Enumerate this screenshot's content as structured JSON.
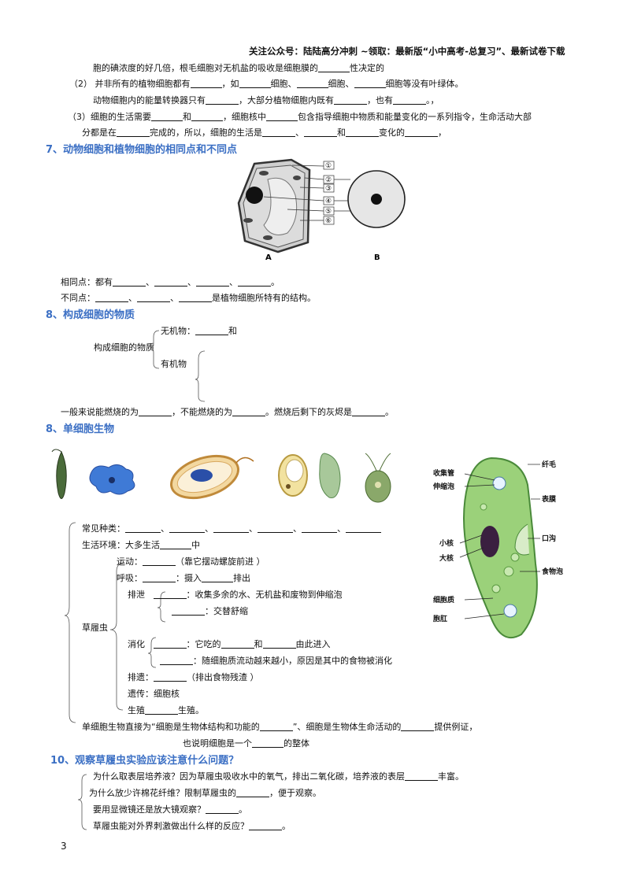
{
  "header": "关注公众号：陆陆高分冲刺 ~领取：最新版“小中高考-总复习”、最新试卷下载",
  "top": {
    "l1a": "胞的碘浓度的好几倍，根毛细胞对无机盐的吸收是细胞膜的",
    "l1b": "性决定的",
    "l2a": "（2） 并非所有的植物细胞都有",
    "l2b": "，如",
    "l2c": "细胞、",
    "l2d": "细胞、",
    "l2e": "细胞等没有叶绿体。",
    "l3a": "动物细胞内的能量转换器只有",
    "l3b": "，大部分植物细胞内既有",
    "l3c": "，也有",
    "l3d": "。，",
    "l4a": "（3）细胞的生活需要",
    "l4b": "和",
    "l4c": "，细胞核中",
    "l4d": "包含指导细胞中物质和能量变化的一系列指令，生命活动大部",
    "l5a": "分都是在",
    "l5b": "完成的，所以，细胞的生活是",
    "l5c": "、",
    "l5d": "和",
    "l5e": "变化的",
    "l5f": "，"
  },
  "s7": {
    "title": "7、动物细胞和植物细胞的相同点和不同点",
    "labels": [
      "①",
      "②",
      "③",
      "④",
      "⑤",
      "⑥"
    ],
    "capA": "A",
    "capB": "B",
    "same": "相同点：都有",
    "diff": "不同点：",
    "diff_end": "是植物细胞所特有的结构。",
    "sep": "、",
    "dot": "。"
  },
  "s8a": {
    "title": "8、构成细胞的物质",
    "root": "构成细胞的物质",
    "inorg": "无机物：",
    "and": "和",
    "org": "有机物",
    "burn_a": "一般来说能燃烧的为",
    "burn_b": "，不能燃烧的为",
    "burn_c": "。燃烧后剩下的灰烬是",
    "burn_d": "。"
  },
  "s8b": {
    "title": "8、单细胞生物",
    "types": "常见种类：",
    "env_a": "生活环境：大多生活",
    "env_b": "中",
    "move_a": "运动：",
    "move_b": "（靠它摆动螺旋前进 ）",
    "breath_a": "呼吸：",
    "breath_b": "：摄入",
    "breath_c": "排出",
    "excrete": "排泄",
    "ex1": "：收集多余的水、无机盐和废物到伸缩泡",
    "ex2": "：交替舒缩",
    "para": "草履虫",
    "digest": "消化",
    "dg1a": "：它吃的",
    "dg1b": "和",
    "dg1c": "由此进入",
    "dg2": "：随细胞质流动越来越小，原因是其中的食物被消化",
    "egest_a": "排遗：",
    "egest_b": "（排出食物残渣 ）",
    "heredity": "遗传：细胞核",
    "repro": "生殖",
    "repro_b": "生殖。",
    "conc_a": "单细胞生物直接为“细胞是生物体结构和功能的",
    "conc_b": "”、细胞是生物体生命活动的",
    "conc_c": "提供例证，",
    "conc_d": "也说明细胞是一个",
    "conc_e": "的整体",
    "diagram": {
      "cilia": "纤毛",
      "collect": "收集管",
      "contract": "伸缩泡",
      "pellicle": "表膜",
      "groove": "口沟",
      "micro": "小核",
      "macro": "大核",
      "foodvac": "食物泡",
      "cyto": "细胞质",
      "anal": "胞肛"
    }
  },
  "s10": {
    "title": "10、观察草履虫实验应该注意什么问题？",
    "q1a": "为什么取表层培养液？因为草履虫吸收水中的氧气，排出二氧化碳，培养液的表层",
    "q1b": "丰富。",
    "q2a": "为什么放少许棉花纤维？限制草履虫的",
    "q2b": "，便于观察。",
    "q3a": "要用显微镜还是放大镜观察？",
    "q3b": "。",
    "q4a": "草履虫能对外界刺激做出什么样的反应？",
    "q4b": "。"
  },
  "page_number": "3"
}
